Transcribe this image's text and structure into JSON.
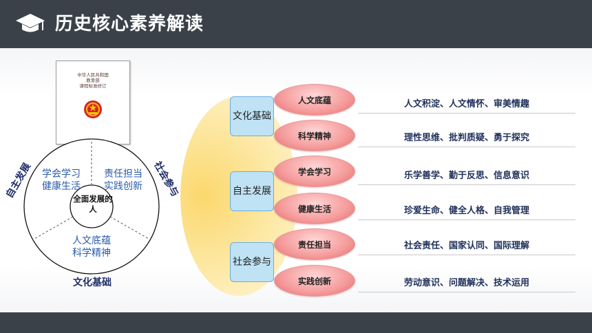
{
  "header": {
    "title": "历史核心素养解读",
    "icon": "graduation-cap-icon"
  },
  "document": {
    "lines": [
      "中华人民共和国",
      "教育部",
      "课程标准修订"
    ],
    "icon": "national-emblem-icon"
  },
  "wheel": {
    "top_left": [
      "学会学习",
      "健康生活"
    ],
    "top_right": [
      "责任担当",
      "实践创新"
    ],
    "bottom": [
      "人文底蕴",
      "科学精神"
    ],
    "center": "全面发展的人",
    "left_label": "自主发展",
    "right_label": "社会参与",
    "bottom_label": "文化基础"
  },
  "categories": [
    {
      "label": "文化基础",
      "items": [
        {
          "name": "人文底蕴",
          "desc": "人文积淀、人文情怀、审美情趣"
        },
        {
          "name": "科学精神",
          "desc": "理性思维、批判质疑、勇于探究"
        }
      ]
    },
    {
      "label": "自主发展",
      "items": [
        {
          "name": "学会学习",
          "desc": "乐学善学、勤于反思、信息意识"
        },
        {
          "name": "健康生活",
          "desc": "珍爱生命、健全人格、自我管理"
        }
      ]
    },
    {
      "label": "社会参与",
      "items": [
        {
          "name": "责任担当",
          "desc": "社会责任、国家认同、国际理解"
        },
        {
          "name": "实践创新",
          "desc": "劳动意识、问题解决、技术运用"
        }
      ]
    }
  ],
  "colors": {
    "header_bg": "#3b4148",
    "accent_blue": "#2a5aa8",
    "pill": "#f59a9a",
    "category_box": "#bfe2f5",
    "halo": "#fbd86e"
  }
}
